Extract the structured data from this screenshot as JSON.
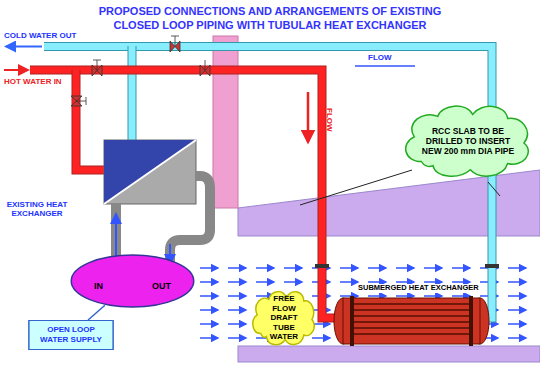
{
  "diagram": {
    "title": "PROPOSED CONNECTIONS AND ARRANGEMENTS OF EXISTING CLOSED LOOP PIPING WITH TUBULAR HEAT EXCHANGER",
    "nodes": [
      {
        "text": [
          "RCC SLAB TO BE DRILLED TO INSERT NEW 200 mm DIA PIPE"
        ]
      },
      {
        "text": [
          "IN",
          "OUT"
        ]
      },
      {
        "text": [
          "FREE FLOW DRAFT TUBE WATER"
        ]
      },
      {
        "text": [
          "OPEN LOOP WATER SUPPLY"
        ]
      }
    ],
    "edges": [
      {
        "from": 3,
        "to": 1,
        "arrow": "none"
      }
    ],
    "labels": [
      "COLD WATER OUT",
      "HOT WATER IN",
      "FLOW",
      "FLOW",
      "EXISTING HEAT EXCHANGER",
      "SUBMERGED HEAT EXCHANGER"
    ]
  }
}
